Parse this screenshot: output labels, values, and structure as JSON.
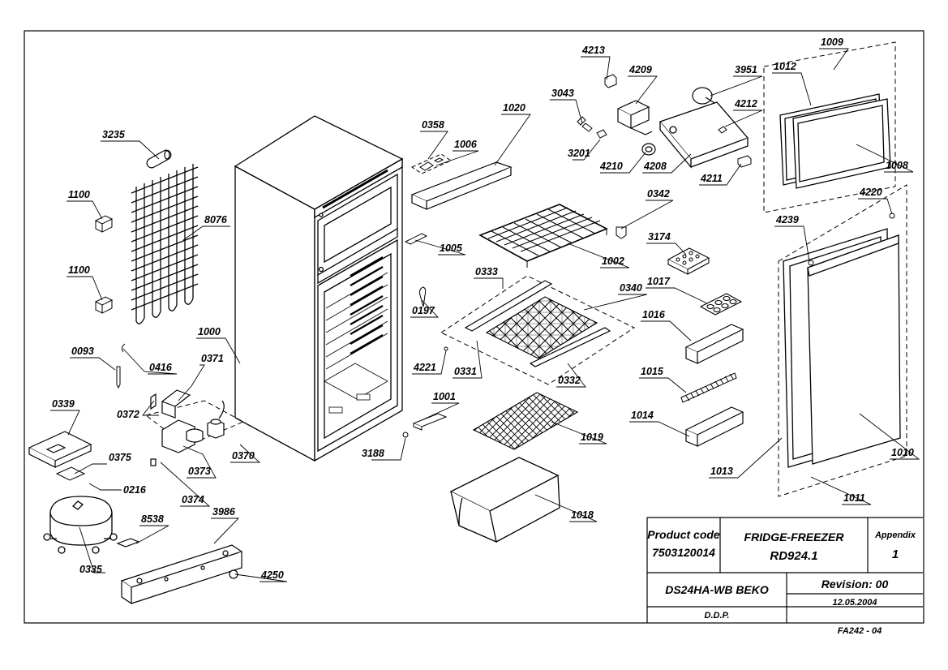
{
  "labels": {
    "p3235": "3235",
    "p1100a": "1100",
    "p8076": "8076",
    "p1100b": "1100",
    "p1000": "1000",
    "p0093": "0093",
    "p0416": "0416",
    "p0371": "0371",
    "p0372": "0372",
    "p0339": "0339",
    "p0370": "0370",
    "p0373": "0373",
    "p0375": "0375",
    "p0216": "0216",
    "p0374": "0374",
    "p8538": "8538",
    "p3986": "3986",
    "p0335": "0335",
    "p4250": "4250",
    "p0358": "0358",
    "p1006": "1006",
    "p1020": "1020",
    "p1005": "1005",
    "p0197": "0197",
    "p1002": "1002",
    "p0333": "0333",
    "p0340": "0340",
    "p4221": "4221",
    "p0331": "0331",
    "p0332": "0332",
    "p1001": "1001",
    "p3188": "3188",
    "p1019": "1019",
    "p1018": "1018",
    "p4213": "4213",
    "p4209": "4209",
    "p3043": "3043",
    "p3201": "3201",
    "p4210": "4210",
    "p4208": "4208",
    "p3951": "3951",
    "p4212": "4212",
    "p4211": "4211",
    "p0342": "0342",
    "p3174": "3174",
    "p1017": "1017",
    "p1016": "1016",
    "p1015": "1015",
    "p1014": "1014",
    "p1009": "1009",
    "p1012": "1012",
    "p1008": "1008",
    "p4220": "4220",
    "p4239": "4239",
    "p1010": "1010",
    "p1013": "1013",
    "p1011": "1011"
  },
  "title_block": {
    "product_code_label": "Product code",
    "product_code": "7503120014",
    "product_name": "FRIDGE-FREEZER",
    "model": "RD924.1",
    "appendix_label": "Appendix",
    "appendix_value": "1",
    "document": "DS24HA-WB BEKO",
    "revision": "Revision: 00",
    "department": "D.D.P.",
    "date": "12.05.2004",
    "drawing_no": "FA242 - 04"
  }
}
